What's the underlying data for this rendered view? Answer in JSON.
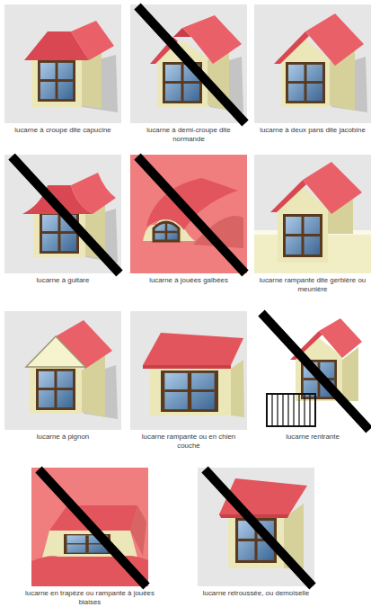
{
  "diagram": {
    "nodes": [
      {
        "text": [
          "lucarne à croupe dite capucine"
        ]
      },
      {
        "text": [
          "lucarne à demi-croupe dite normande"
        ]
      },
      {
        "text": [
          "lucarne à deux pans dite jacobine"
        ]
      },
      {
        "text": [
          "lucarne à guitare"
        ]
      },
      {
        "text": [
          "lucarne à jouées galbées"
        ]
      },
      {
        "text": [
          "lucarne rampante dite gerbière ou meunière"
        ]
      },
      {
        "text": [
          "lucarne à pignon"
        ]
      },
      {
        "text": [
          "lucarne rampante ou en chien couché"
        ]
      },
      {
        "text": [
          "lucarne rentrante"
        ]
      },
      {
        "text": [
          "lucarne en trapèze ou rampante à jouées biaises"
        ]
      },
      {
        "text": [
          "lucarne retroussée, ou demoiselle"
        ]
      }
    ]
  }
}
